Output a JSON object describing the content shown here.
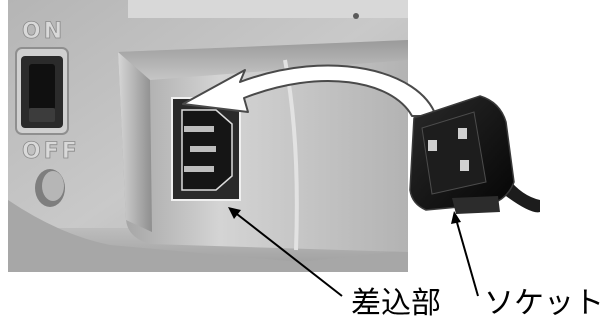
{
  "figure": {
    "switch_on_label": "ON",
    "switch_off_label": "OFF",
    "callouts": {
      "inlet": "差込部",
      "socket": "ソケット"
    }
  },
  "colors": {
    "panel": "#c4c4c4",
    "panel_shade": "#9c9c9c",
    "inlet_body": "#1a1a1a",
    "plug_body": "#111111",
    "arrow": "#ffffff",
    "leader": "#000000"
  }
}
